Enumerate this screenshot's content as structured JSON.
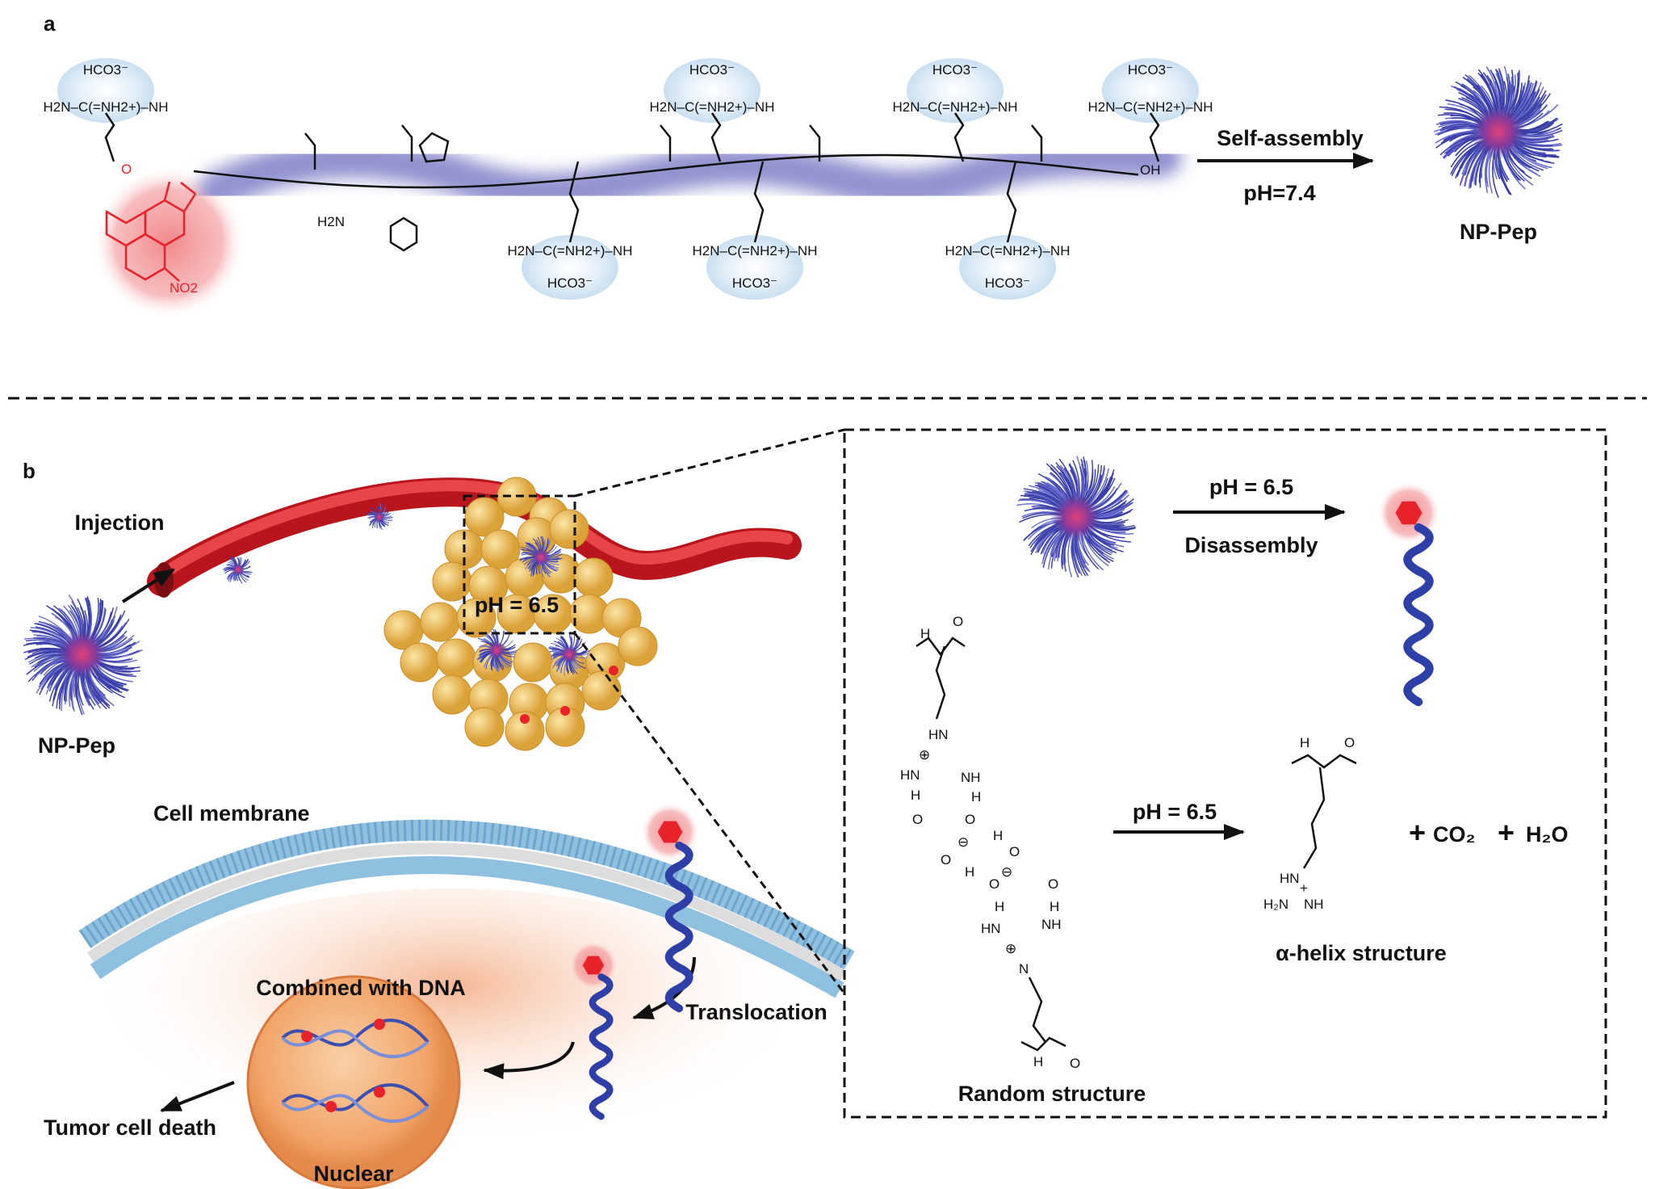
{
  "panel_a": {
    "letter": "a",
    "self_assembly_label": "Self-assembly",
    "ph_label": "pH=7.4",
    "product_label": "NP-Pep",
    "counterion": "HCO3⁻",
    "guanidinium_top": "H2N–C(=NH2+)–NH",
    "nitro_group": "NO2",
    "amide_terminal": "H2N",
    "acid_terminal": "OH",
    "colors": {
      "probe": "#e8222a",
      "peptide_band": "#6f6fc0",
      "counterion_bubble": "#cfe3f3"
    }
  },
  "panel_b": {
    "letter": "b",
    "injection_label": "Injection",
    "np_pep_label": "NP-Pep",
    "tumor_ph_label": "pH = 6.5",
    "cell_membrane_label": "Cell membrane",
    "combined_dna_label": "Combined with DNA",
    "nuclear_label": "Nuclear",
    "tumor_death_label": "Tumor cell death",
    "translocation_label": "Translocation",
    "inset": {
      "disassembly_ph": "pH = 6.5",
      "disassembly_label": "Disassembly",
      "reaction_ph": "pH = 6.5",
      "random_label": "Random structure",
      "helix_label": "α-helix structure",
      "plus": "+",
      "co2": "CO₂",
      "h2o": "H₂O",
      "atoms": {
        "hn": "HN",
        "nh": "NH",
        "h": "H",
        "o": "O",
        "n": "N",
        "h2n": "H₂N",
        "plus_charge": "⊕",
        "minus_charge": "⊖"
      }
    },
    "colors": {
      "vessel": "#d3222a",
      "tumor": "#e8b64a",
      "membrane": "#8fc0e0",
      "cytoplasm": "#f7c9a8",
      "nucleus": "#f0a066"
    }
  }
}
